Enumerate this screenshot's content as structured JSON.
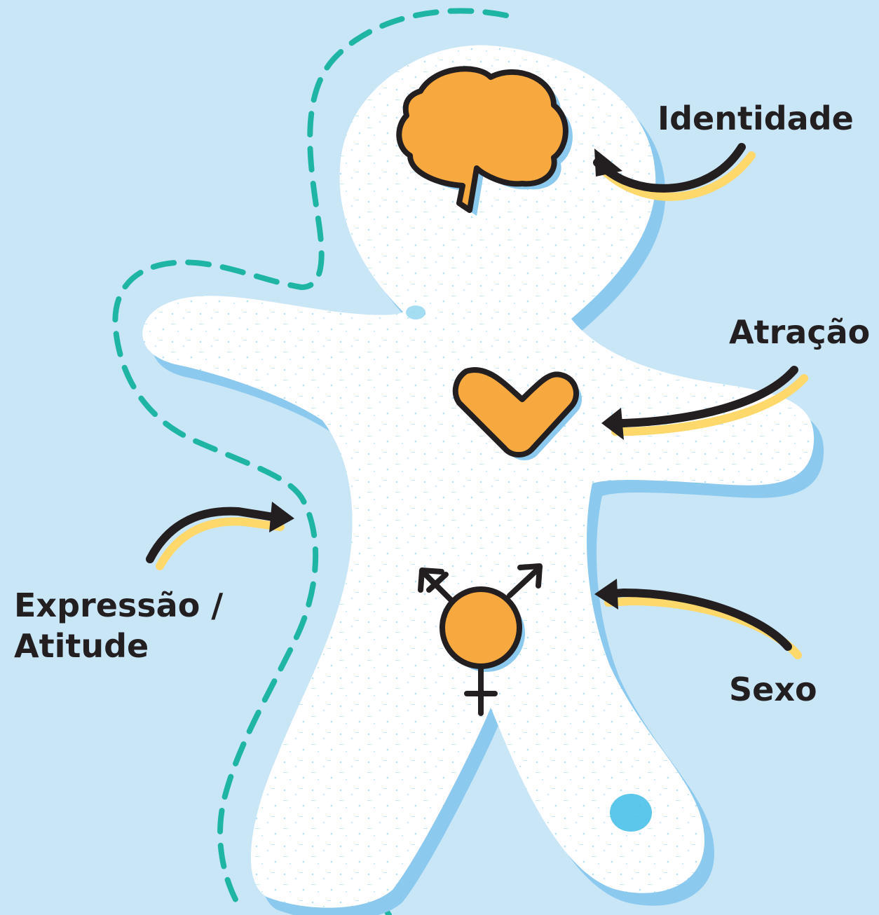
{
  "labels": {
    "identity": "Identidade",
    "attraction": "Atração",
    "expression_line1": "Expressão /",
    "expression_line2": "Atitude",
    "sex": "Sexo"
  },
  "icons": {
    "brain": "brain-icon",
    "heart": "heart-icon",
    "sex_symbol": "transgender-symbol-icon"
  },
  "colors": {
    "background": "#c9e6f7",
    "body": "#ffffff",
    "body_shadow": "#8cc9ee",
    "icon_fill": "#f7a83e",
    "outline": "#231f20",
    "arrow_highlight": "#ffd86b",
    "dashed_line": "#1fb5a5",
    "speckle": "#3fbde6"
  }
}
